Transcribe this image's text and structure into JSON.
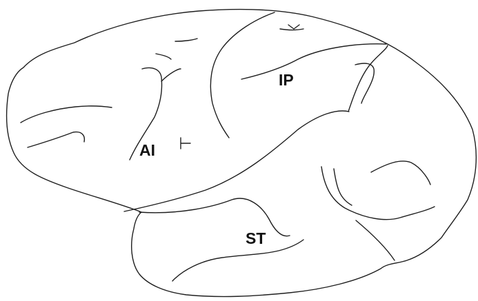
{
  "diagram": {
    "labels": {
      "ai": "AI",
      "ip": "IP",
      "st": "ST"
    },
    "colors": {
      "background": "#ffffff",
      "line": "#1e1e1e",
      "label": "#111111"
    }
  }
}
